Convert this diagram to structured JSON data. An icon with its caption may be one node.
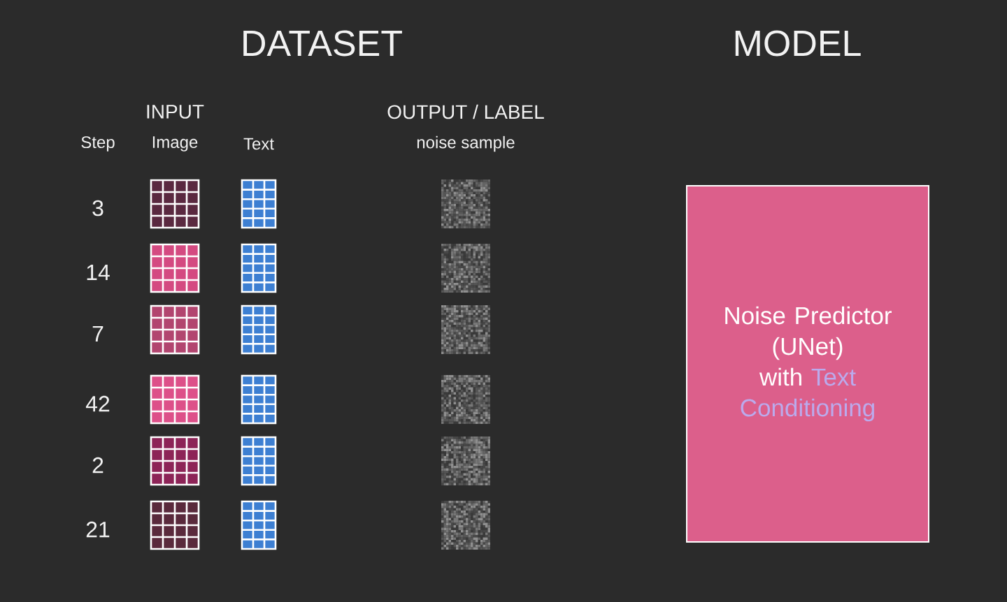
{
  "diagram": {
    "nodes": [
      {
        "text": [
          "Noise Predictor (UNet)",
          "with",
          "Text Conditioning"
        ]
      }
    ],
    "labels": [
      "DATASET",
      "MODEL",
      "INPUT",
      "OUTPUT / LABEL",
      "Step",
      "Image",
      "Text",
      "noise sample",
      "3",
      "14",
      "7",
      "42",
      "2",
      "21"
    ]
  }
}
